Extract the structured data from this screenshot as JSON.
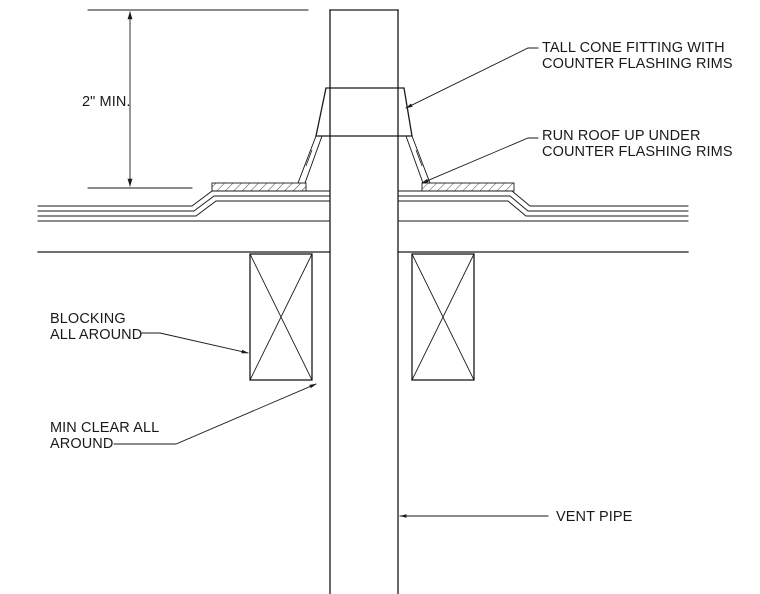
{
  "labels": {
    "dimension": "2\" MIN.",
    "cone_fitting": [
      "TALL CONE FITTING WITH",
      "COUNTER FLASHING RIMS"
    ],
    "run_roof": [
      "RUN ROOF UP UNDER",
      "COUNTER FLASHING RIMS"
    ],
    "blocking": [
      "BLOCKING",
      "ALL AROUND"
    ],
    "min_clear": [
      "MIN CLEAR ALL",
      "AROUND"
    ],
    "vent_pipe": "VENT PIPE"
  },
  "colors": {
    "line": "#1a1a1a",
    "background": "#ffffff"
  }
}
